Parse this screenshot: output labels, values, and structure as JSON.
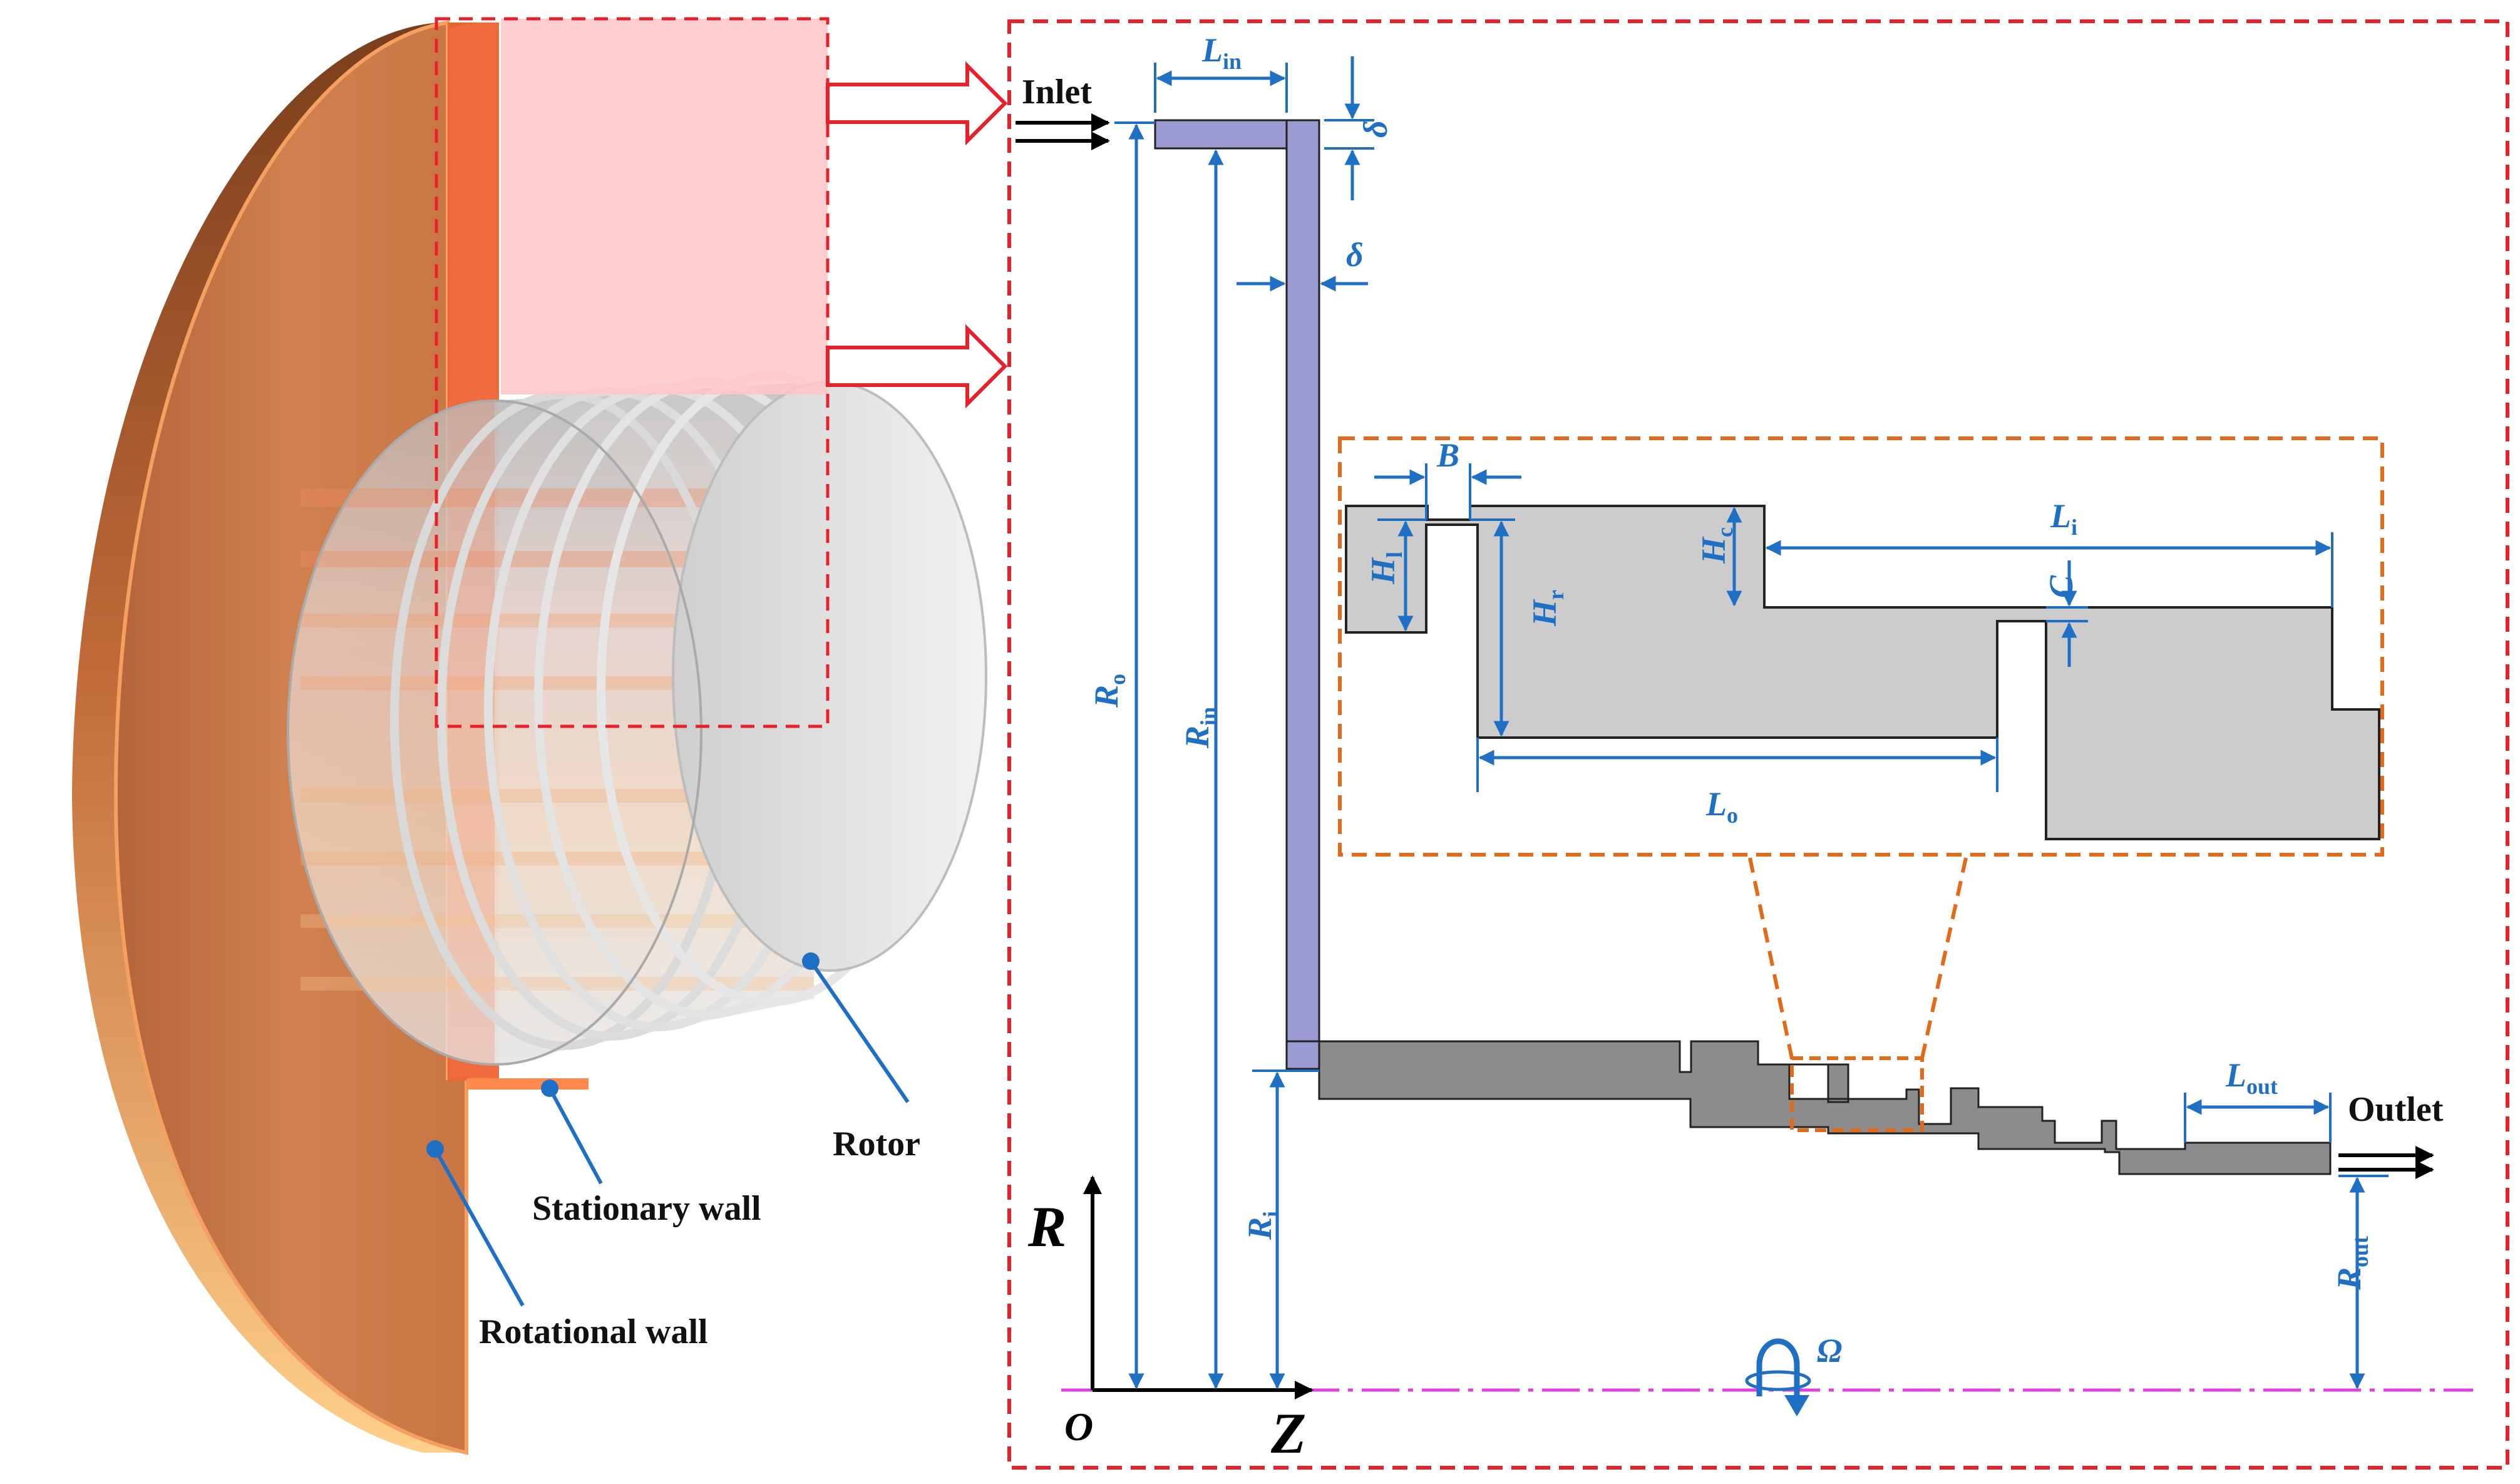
{
  "colors": {
    "rotating_wall": "#cd7a48",
    "rim_light": "#ffc880",
    "stationary_wall": "#ef6434",
    "inlet_overlay": "#ffc6c6",
    "stator_plate": "#9c9ad2",
    "rotor_section": "#8c8c8c",
    "detail_section": "#cccccc",
    "dimension": "#1f6fc5",
    "frame_red": "#e8202a",
    "detail_orange": "#e36a18",
    "axis_line": "#e040e0"
  },
  "labels_3d": {
    "rotor": "Rotor",
    "stationary_wall": "Stationary wall",
    "rotational_wall": "Rotational wall"
  },
  "flow": {
    "inlet": "Inlet",
    "outlet": "Outlet"
  },
  "axes": {
    "origin": "O",
    "radial": "R",
    "axial": "Z",
    "rotation": "Ω"
  },
  "dimensions": {
    "L_in": {
      "main": "L",
      "sub": "in"
    },
    "delta_top": {
      "main": "δ",
      "sub": ""
    },
    "delta_mid": {
      "main": "δ",
      "sub": ""
    },
    "R_o": {
      "main": "R",
      "sub": "o"
    },
    "R_in": {
      "main": "R",
      "sub": "in"
    },
    "R_i": {
      "main": "R",
      "sub": "i"
    },
    "R_out": {
      "main": "R",
      "sub": "out"
    },
    "L_out": {
      "main": "L",
      "sub": "out"
    },
    "B": {
      "main": "B",
      "sub": ""
    },
    "H_l": {
      "main": "H",
      "sub": "l"
    },
    "H_r": {
      "main": "H",
      "sub": "r"
    },
    "H_c": {
      "main": "H",
      "sub": "c"
    },
    "C": {
      "main": "C",
      "sub": ""
    },
    "L_i": {
      "main": "L",
      "sub": "i"
    },
    "L_o": {
      "main": "L",
      "sub": "o"
    }
  }
}
